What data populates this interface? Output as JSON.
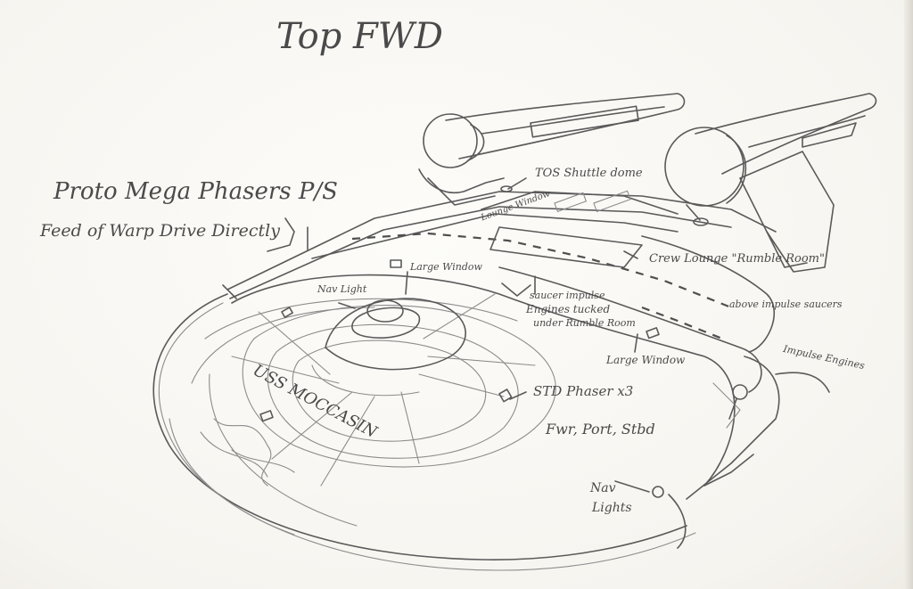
{
  "sheet": {
    "title": "Top FWD",
    "labels": {
      "proto_phasers_line1": "Proto Mega Phasers P/S",
      "proto_phasers_line2": "Feed of Warp Drive Directly",
      "shuttle_dome": "TOS Shuttle dome",
      "lounge_window_small": "Lounge Window",
      "crew_lounge": "Crew Lounge \"Rumble Room\"",
      "above_saucers": "above impulse saucers",
      "nav_light": "Nav Light",
      "large_window_top": "Large Window",
      "saucer_impulse_line1": "saucer impulse",
      "saucer_impulse_line2": "Engines tucked",
      "saucer_impulse_line3": "under Rumble Room",
      "large_window_right": "Large Window",
      "impulse_engines": "Impulse Engines",
      "ship_name": "USS MOCCASIN",
      "std_phasers_line1": "STD Phaser x3",
      "std_phasers_line2": "Fwr, Port, Stbd",
      "nav_lights_line1": "Nav",
      "nav_lights_line2": "Lights"
    }
  }
}
